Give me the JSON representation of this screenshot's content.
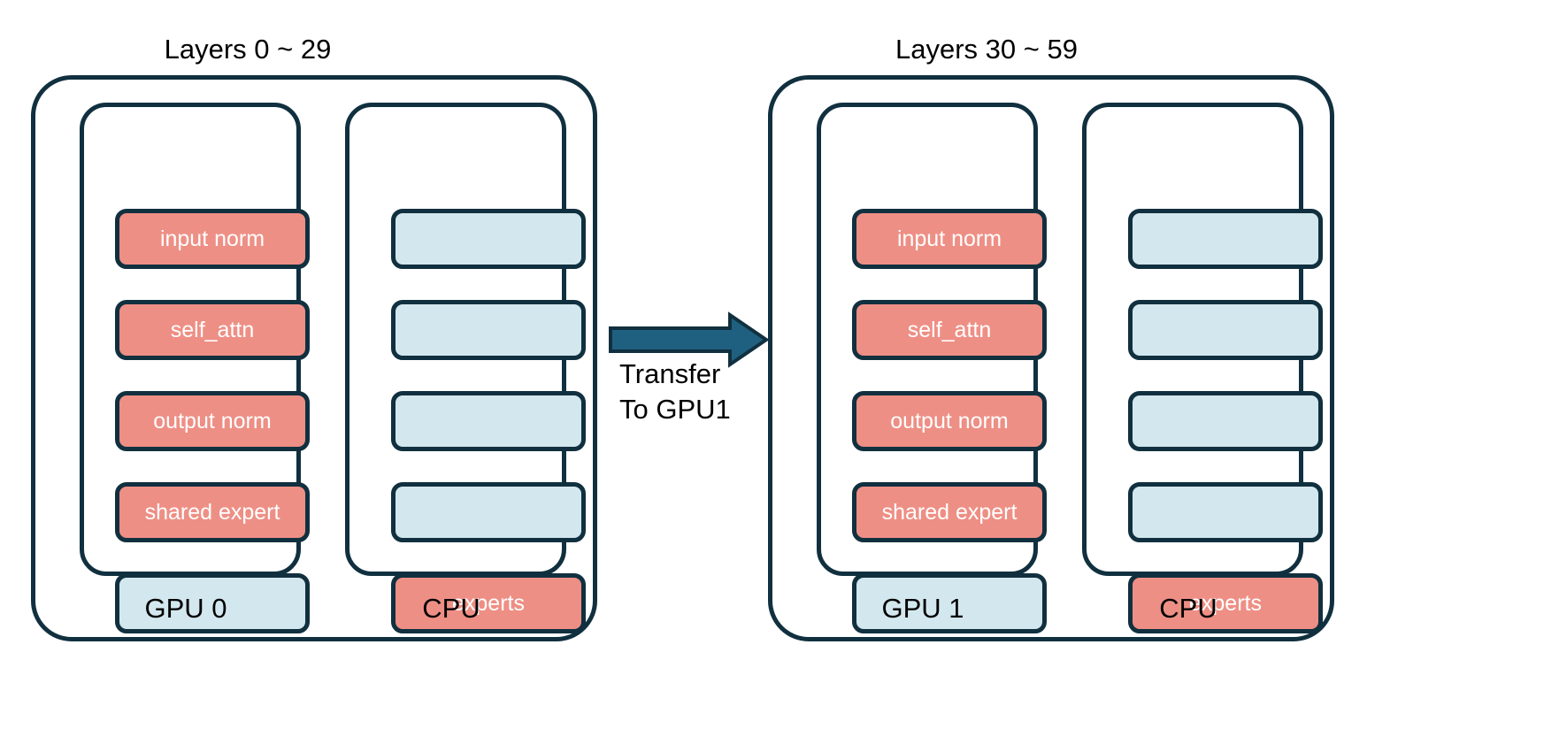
{
  "diagram": {
    "title_left": "Layers 0 ~ 29",
    "title_right": "Layers 30 ~ 59",
    "transfer_line1": "Transfer",
    "transfer_line2": "To GPU1",
    "colors": {
      "salmon": "#ee8f85",
      "light_blue": "#d3e7ee",
      "stroke_navy": "#11303f",
      "transfer_arrow": "#1f6080",
      "arrow_black": "#000000",
      "background": "#ffffff"
    }
  },
  "groups": [
    {
      "title": "Layers 0 ~ 29",
      "gpu": {
        "label": "GPU 0",
        "blocks": [
          {
            "label": "input norm",
            "color": "salmon"
          },
          {
            "label": "self_attn",
            "color": "salmon"
          },
          {
            "label": "output norm",
            "color": "salmon"
          },
          {
            "label": "shared expert",
            "color": "salmon"
          },
          {
            "label": "",
            "color": "blue"
          }
        ]
      },
      "cpu": {
        "label": "CPU",
        "blocks": [
          {
            "label": "",
            "color": "blue"
          },
          {
            "label": "",
            "color": "blue"
          },
          {
            "label": "",
            "color": "blue"
          },
          {
            "label": "",
            "color": "blue"
          },
          {
            "label": "experts",
            "color": "salmon"
          }
        ]
      }
    },
    {
      "title": "Layers 30 ~ 59",
      "gpu": {
        "label": "GPU 1",
        "blocks": [
          {
            "label": "input norm",
            "color": "salmon"
          },
          {
            "label": "self_attn",
            "color": "salmon"
          },
          {
            "label": "output norm",
            "color": "salmon"
          },
          {
            "label": "shared expert",
            "color": "salmon"
          },
          {
            "label": "",
            "color": "blue"
          }
        ]
      },
      "cpu": {
        "label": "CPU",
        "blocks": [
          {
            "label": "",
            "color": "blue"
          },
          {
            "label": "",
            "color": "blue"
          },
          {
            "label": "",
            "color": "blue"
          },
          {
            "label": "",
            "color": "blue"
          },
          {
            "label": "experts",
            "color": "salmon"
          }
        ]
      }
    }
  ]
}
